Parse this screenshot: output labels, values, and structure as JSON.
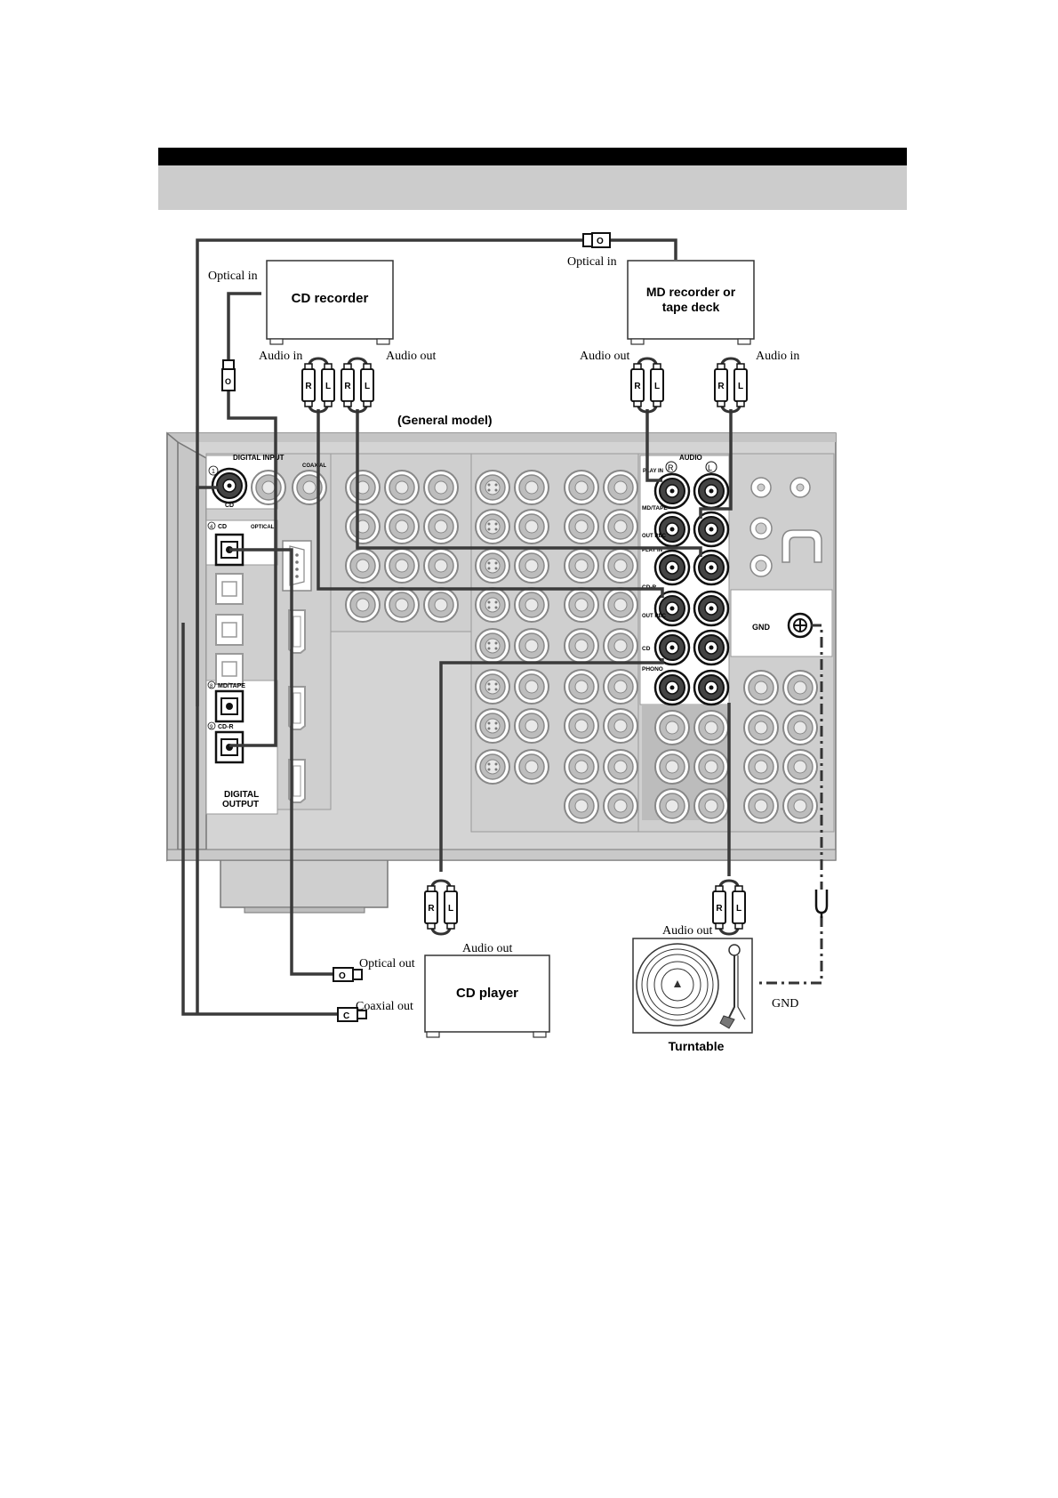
{
  "header": {
    "title": ""
  },
  "model_label": "(General model)",
  "devices": {
    "cd_recorder": "CD recorder",
    "md_recorder_line1": "MD recorder or",
    "md_recorder_line2": "tape deck",
    "cd_player": "CD player",
    "turntable": "Turntable"
  },
  "connection_labels": {
    "optical_in_left": "Optical in",
    "optical_in_top": "Optical in",
    "audio_in_cdr": "Audio in",
    "audio_out_cdr": "Audio out",
    "audio_out_md": "Audio out",
    "audio_in_md": "Audio in",
    "optical_out": "Optical out",
    "coaxial_out": "Coaxial out",
    "audio_out_cdp": "Audio out",
    "audio_out_tt": "Audio out",
    "gnd": "GND"
  },
  "panel_labels": {
    "digital_input": "DIGITAL INPUT",
    "coaxial": "COAXIAL",
    "cd_coax": "CD",
    "cd_optical": "CD",
    "optical": "OPTICAL",
    "md_tape_opt": "MD/TAPE",
    "cd_r_opt": "CD-R",
    "digital_output_line1": "DIGITAL",
    "digital_output_line2": "OUTPUT",
    "audio": "AUDIO",
    "play_in": "PLAY IN",
    "md_tape": "MD/TAPE",
    "rec_out": "OUT REC",
    "play_in2": "PLAY IN",
    "cd_r": "CD-R",
    "rec_out2": "OUT REC",
    "cd": "CD",
    "phono": "PHONO",
    "gnd_terminal": "GND",
    "num1": "1",
    "num4": "4",
    "num8": "8",
    "num9": "9",
    "right_mark": "R",
    "left_mark": "L"
  },
  "plug_labels": {
    "r": "R",
    "l": "L",
    "optical_mark": "O",
    "coax_mark": "C"
  }
}
